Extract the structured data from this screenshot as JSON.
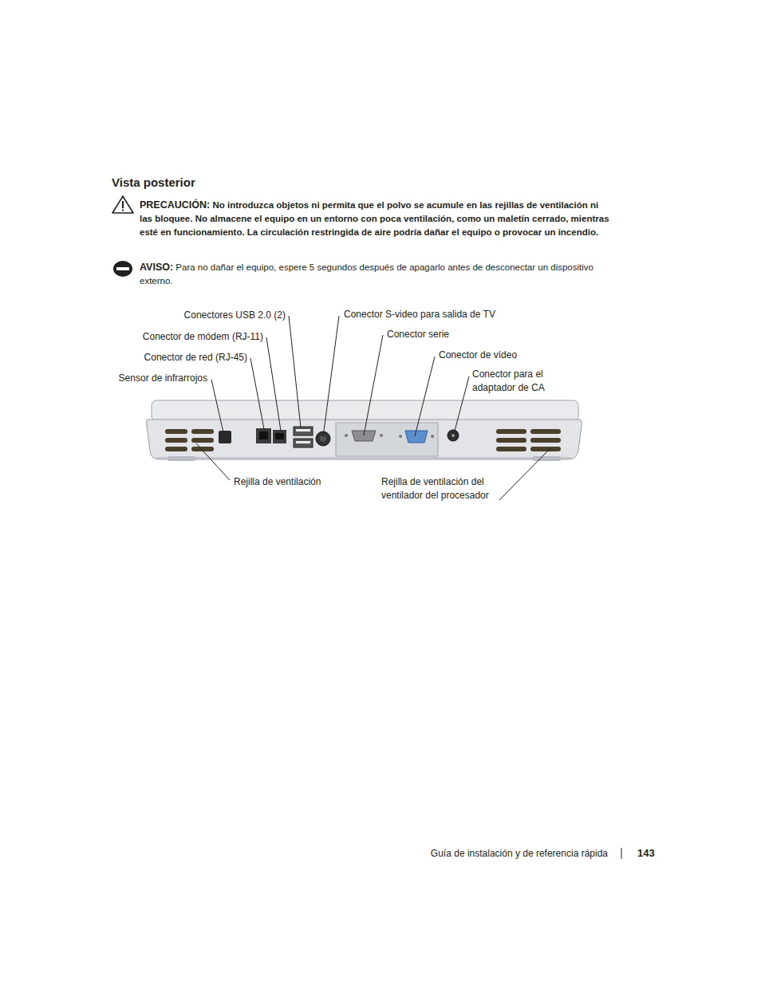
{
  "diagram": {
    "title": "Vista posterior",
    "labels": [
      "PRECAUCIÓN:",
      "No introduzca objetos ni permita que el polvo se acumule en las rejillas de ventilación ni las bloquee. No almacene el equipo en un entorno con poca ventilación, como un maletín cerrado, mientras esté en funcionamiento. La circulación restringida de aire podría dañar el equipo o provocar un incendio.",
      "AVISO:",
      "Para no dañar el equipo, espere 5 segundos después de apagarlo antes de desconectar un dispositivo externo.",
      "Conectores USB 2.0 (2)",
      "Conector S-video para salida de TV",
      "Conector de módem (RJ-11)",
      "Conector serie",
      "Conector de red (RJ-45)",
      "Conector de vídeo",
      "Sensor de infrarrojos",
      "Conector para el adaptador de CA",
      "Rejilla de ventilación",
      "Rejilla de ventilación del ventilador del procesador",
      "Guía de instalación y de referencia rápida",
      "143"
    ]
  }
}
